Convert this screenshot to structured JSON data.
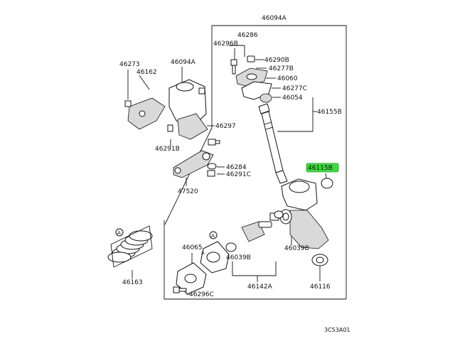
{
  "colors": {
    "highlight": "#3ddc3d",
    "ink": "#111111",
    "background": "#ffffff"
  },
  "labels": {
    "p46094A_top": "46094A",
    "p46286": "46286",
    "p46296B": "46296B",
    "p46290B": "46290B",
    "p46277B": "46277B",
    "p46060": "46060",
    "p46277C": "46277C",
    "p46054": "46054",
    "p46155B": "46155B",
    "p46115B": "46115B",
    "p46273": "46273",
    "p46162": "46162",
    "p46094A_left": "46094A",
    "p46297": "46297",
    "p46291B": "46291B",
    "p46284": "46284",
    "p46291C": "46291C",
    "p47520": "47520",
    "p46065": "46065",
    "p46039B_a": "46039B",
    "p46039B_b": "46039B",
    "p46142A": "46142A",
    "p46116": "46116",
    "p46163": "46163",
    "p46296C": "46296C",
    "ref_a1": "A",
    "ref_a2": "A",
    "ref_a3": "A",
    "diagram_code": "3C53A01"
  }
}
